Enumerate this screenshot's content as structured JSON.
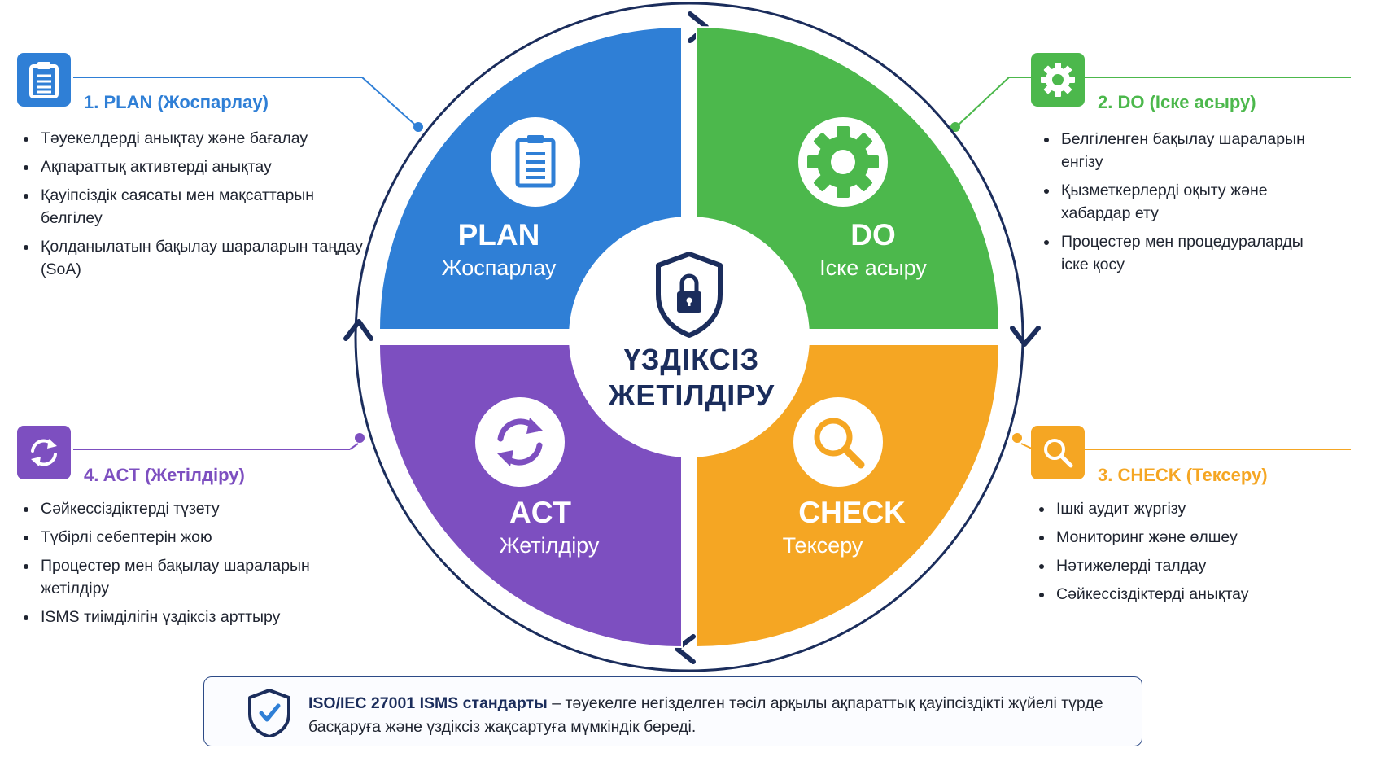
{
  "center": {
    "line1": "ҮЗДІКСІЗ",
    "line2": "ЖЕТІЛДІРУ"
  },
  "quadrants": {
    "plan": {
      "title": "PLAN",
      "subtitle": "Жоспарлау",
      "color": "#2f7fd6"
    },
    "do": {
      "title": "DO",
      "subtitle": "Іске асыру",
      "color": "#4cb84c"
    },
    "check": {
      "title": "CHECK",
      "subtitle": "Тексеру",
      "color": "#f5a623"
    },
    "act": {
      "title": "ACT",
      "subtitle": "Жетілдіру",
      "color": "#7d4fc0"
    }
  },
  "panels": {
    "plan": {
      "title": "1. PLAN (Жоспарлау)",
      "icon": "clipboard-icon",
      "color": "#2f7fd6",
      "items": [
        "Тәуекелдерді анықтау және бағалау",
        "Ақпараттық активтерді анықтау",
        "Қауіпсіздік саясаты мен мақсаттарын белгілеу",
        "Қолданылатын бақылау шараларын таңдау (SoA)"
      ]
    },
    "do": {
      "title": "2. DO (Іске асыру)",
      "icon": "gear-icon",
      "color": "#4cb84c",
      "items": [
        "Белгіленген бақылау шараларын енгізу",
        "Қызметкерлерді оқыту және хабардар ету",
        "Процестер мен процедураларды іске қосу"
      ]
    },
    "check": {
      "title": "3. CHECK (Тексеру)",
      "icon": "magnifier-icon",
      "color": "#f5a623",
      "items": [
        "Ішкі аудит жүргізу",
        "Мониторинг және өлшеу",
        "Нәтижелерді талдау",
        "Сәйкессіздіктерді анықтау"
      ]
    },
    "act": {
      "title": "4. ACT (Жетілдіру)",
      "icon": "refresh-icon",
      "color": "#7d4fc0",
      "items": [
        "Сәйкессіздіктерді түзету",
        "Түбірлі себептерін жою",
        "Процестер мен бақылау шараларын жетілдіру",
        "ISMS тиімділігін үздіксіз арттыру"
      ]
    }
  },
  "footer": {
    "standard": "ISO/IEC 27001 ISMS стандарты",
    "description": " – тәуекелге негізделген тәсіл арқылы ақпараттық қауіпсіздікті жүйелі түрде басқаруға және үздіксіз жақсартуға мүмкіндік береді.",
    "icon": "shield-check-icon"
  },
  "colors": {
    "navy": "#1b2d5c",
    "cycle_arrow": "#1b2d5c"
  }
}
